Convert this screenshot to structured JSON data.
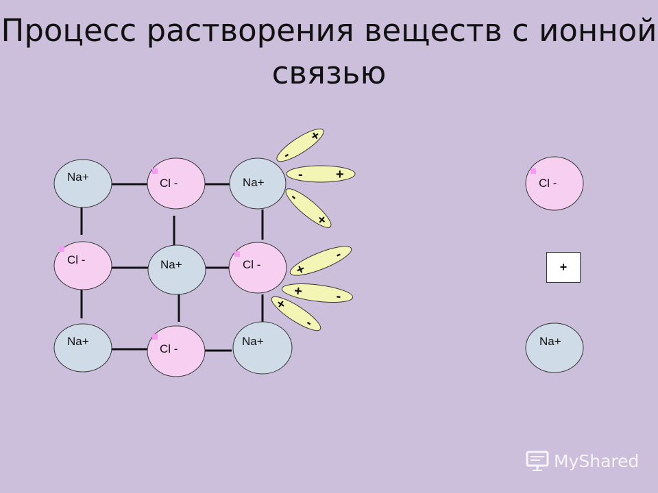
{
  "slide": {
    "title": "Процесс растворения веществ с ионной связью"
  },
  "colors": {
    "background": "#cbbfdb",
    "na_fill": "#d0dbe8",
    "cl_fill": "#f7d0f1",
    "water_fill": "#f2f5b4",
    "cl_marker": "#f39cf0"
  },
  "ions": {
    "na_label": "Na+",
    "cl_label": "Cl -"
  },
  "water": {
    "plus": "+",
    "minus": "-"
  },
  "free_ions": {
    "cl_label": "Cl -",
    "na_label": "Na+",
    "box_label": "+"
  },
  "watermark": {
    "text": "MyShared",
    "icon": "projector-screen-icon"
  }
}
